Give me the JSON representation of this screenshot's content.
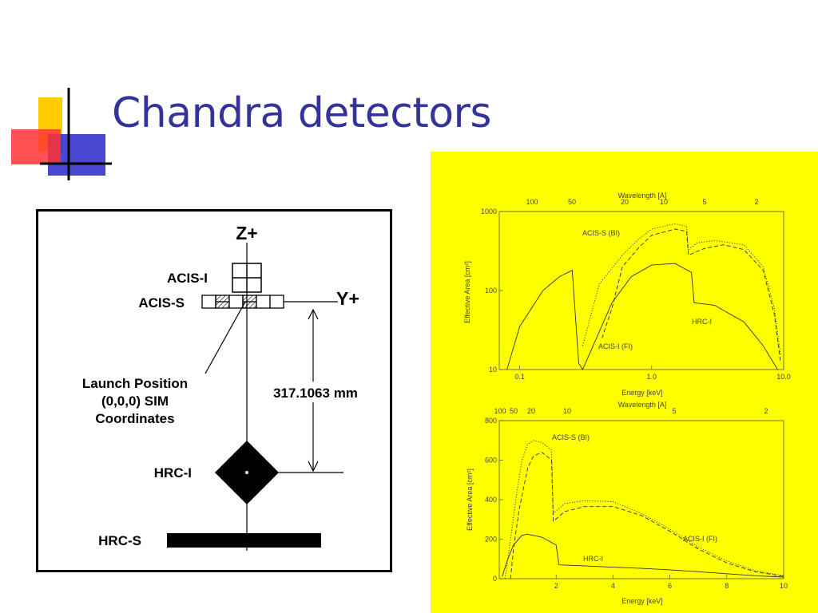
{
  "title": "Chandra detectors",
  "colors": {
    "title": "#333399",
    "panel_background": "#ffff00",
    "deco_yellow": "#ffcc00",
    "deco_blue": "#3333cc",
    "deco_red": "#ff3333"
  },
  "diagram": {
    "z_axis": "Z+",
    "y_axis": "Y+",
    "acis_i": "ACIS-I",
    "acis_s": "ACIS-S",
    "launch_1": "Launch Position",
    "launch_2": "(0,0,0) SIM",
    "launch_3": "Coordinates",
    "distance": "317.1063 mm",
    "hrc_i": "HRC-I",
    "hrc_s": "HRC-S"
  },
  "chart_data": [
    {
      "type": "line",
      "scale": "log-log",
      "xlabel": "Energy [keV]",
      "ylabel": "Effective Area [cm²]",
      "top_axis_label": "Wavelength [A]",
      "xlim": [
        0.07,
        10.0
      ],
      "ylim": [
        10,
        1000
      ],
      "x_ticks": [
        "0.1",
        "1.0",
        "10.0"
      ],
      "y_ticks": [
        "10",
        "100",
        "1000"
      ],
      "top_ticks": [
        "100",
        "50",
        "20",
        "10",
        "5",
        "2"
      ],
      "series": [
        {
          "name": "ACIS-S (BI)",
          "style": "dotted",
          "x": [
            0.3,
            0.4,
            0.6,
            0.8,
            1.0,
            1.5,
            1.84,
            1.9,
            2.2,
            3.0,
            5.0,
            7.0,
            8.5,
            9.5
          ],
          "y": [
            20,
            120,
            280,
            450,
            600,
            700,
            650,
            330,
            400,
            430,
            380,
            200,
            60,
            15
          ]
        },
        {
          "name": "ACIS-I (FI)",
          "style": "dashed",
          "x": [
            0.42,
            0.5,
            0.6,
            0.8,
            1.0,
            1.5,
            1.84,
            1.9,
            2.5,
            3.5,
            5.0,
            7.0,
            8.5,
            9.5
          ],
          "y": [
            25,
            60,
            200,
            350,
            500,
            600,
            560,
            280,
            340,
            380,
            330,
            180,
            50,
            12
          ]
        },
        {
          "name": "HRC-I",
          "style": "solid",
          "x": [
            0.08,
            0.1,
            0.15,
            0.2,
            0.25,
            0.28,
            0.3,
            0.5,
            0.7,
            1.0,
            1.5,
            2.0,
            2.1,
            3.0,
            5.0,
            7.0,
            9.0
          ],
          "y": [
            10,
            35,
            100,
            150,
            180,
            12,
            10,
            70,
            150,
            210,
            220,
            170,
            70,
            65,
            40,
            20,
            10
          ]
        }
      ]
    },
    {
      "type": "line",
      "scale": "linear",
      "xlabel": "Energy [keV]",
      "ylabel": "Effective Area [cm²]",
      "top_axis_label": "Wavelength [A]",
      "xlim": [
        0,
        10
      ],
      "ylim": [
        0,
        800
      ],
      "x_ticks": [
        "2",
        "4",
        "6",
        "8",
        "10"
      ],
      "y_ticks": [
        "0",
        "200",
        "400",
        "600",
        "800"
      ],
      "top_ticks": [
        "100",
        "50",
        "20",
        "10",
        "5",
        "2"
      ],
      "series": [
        {
          "name": "ACIS-S (BI)",
          "style": "dotted",
          "x": [
            0.2,
            0.4,
            0.6,
            0.8,
            1.0,
            1.2,
            1.5,
            1.84,
            1.9,
            2.3,
            3.0,
            4.0,
            5.0,
            6.0,
            7.0,
            8.0,
            9.0,
            10.0
          ],
          "y": [
            0,
            200,
            420,
            600,
            680,
            700,
            690,
            650,
            330,
            380,
            395,
            390,
            330,
            250,
            160,
            90,
            40,
            15
          ]
        },
        {
          "name": "ACIS-I (FI)",
          "style": "dashed",
          "x": [
            0.4,
            0.5,
            0.7,
            1.0,
            1.2,
            1.5,
            1.84,
            1.9,
            2.3,
            3.0,
            4.0,
            5.0,
            6.0,
            7.0,
            8.0,
            9.0,
            10.0
          ],
          "y": [
            0,
            150,
            350,
            560,
            620,
            640,
            600,
            290,
            340,
            365,
            365,
            320,
            240,
            150,
            80,
            35,
            12
          ]
        },
        {
          "name": "HRC-I",
          "style": "solid",
          "x": [
            0.1,
            0.3,
            0.5,
            0.8,
            1.0,
            1.5,
            2.0,
            2.1,
            3.0,
            4.0,
            5.0,
            6.0,
            7.0,
            8.0,
            9.0,
            10.0
          ],
          "y": [
            10,
            100,
            170,
            220,
            225,
            210,
            170,
            70,
            65,
            58,
            52,
            45,
            35,
            25,
            15,
            8
          ]
        }
      ]
    }
  ]
}
